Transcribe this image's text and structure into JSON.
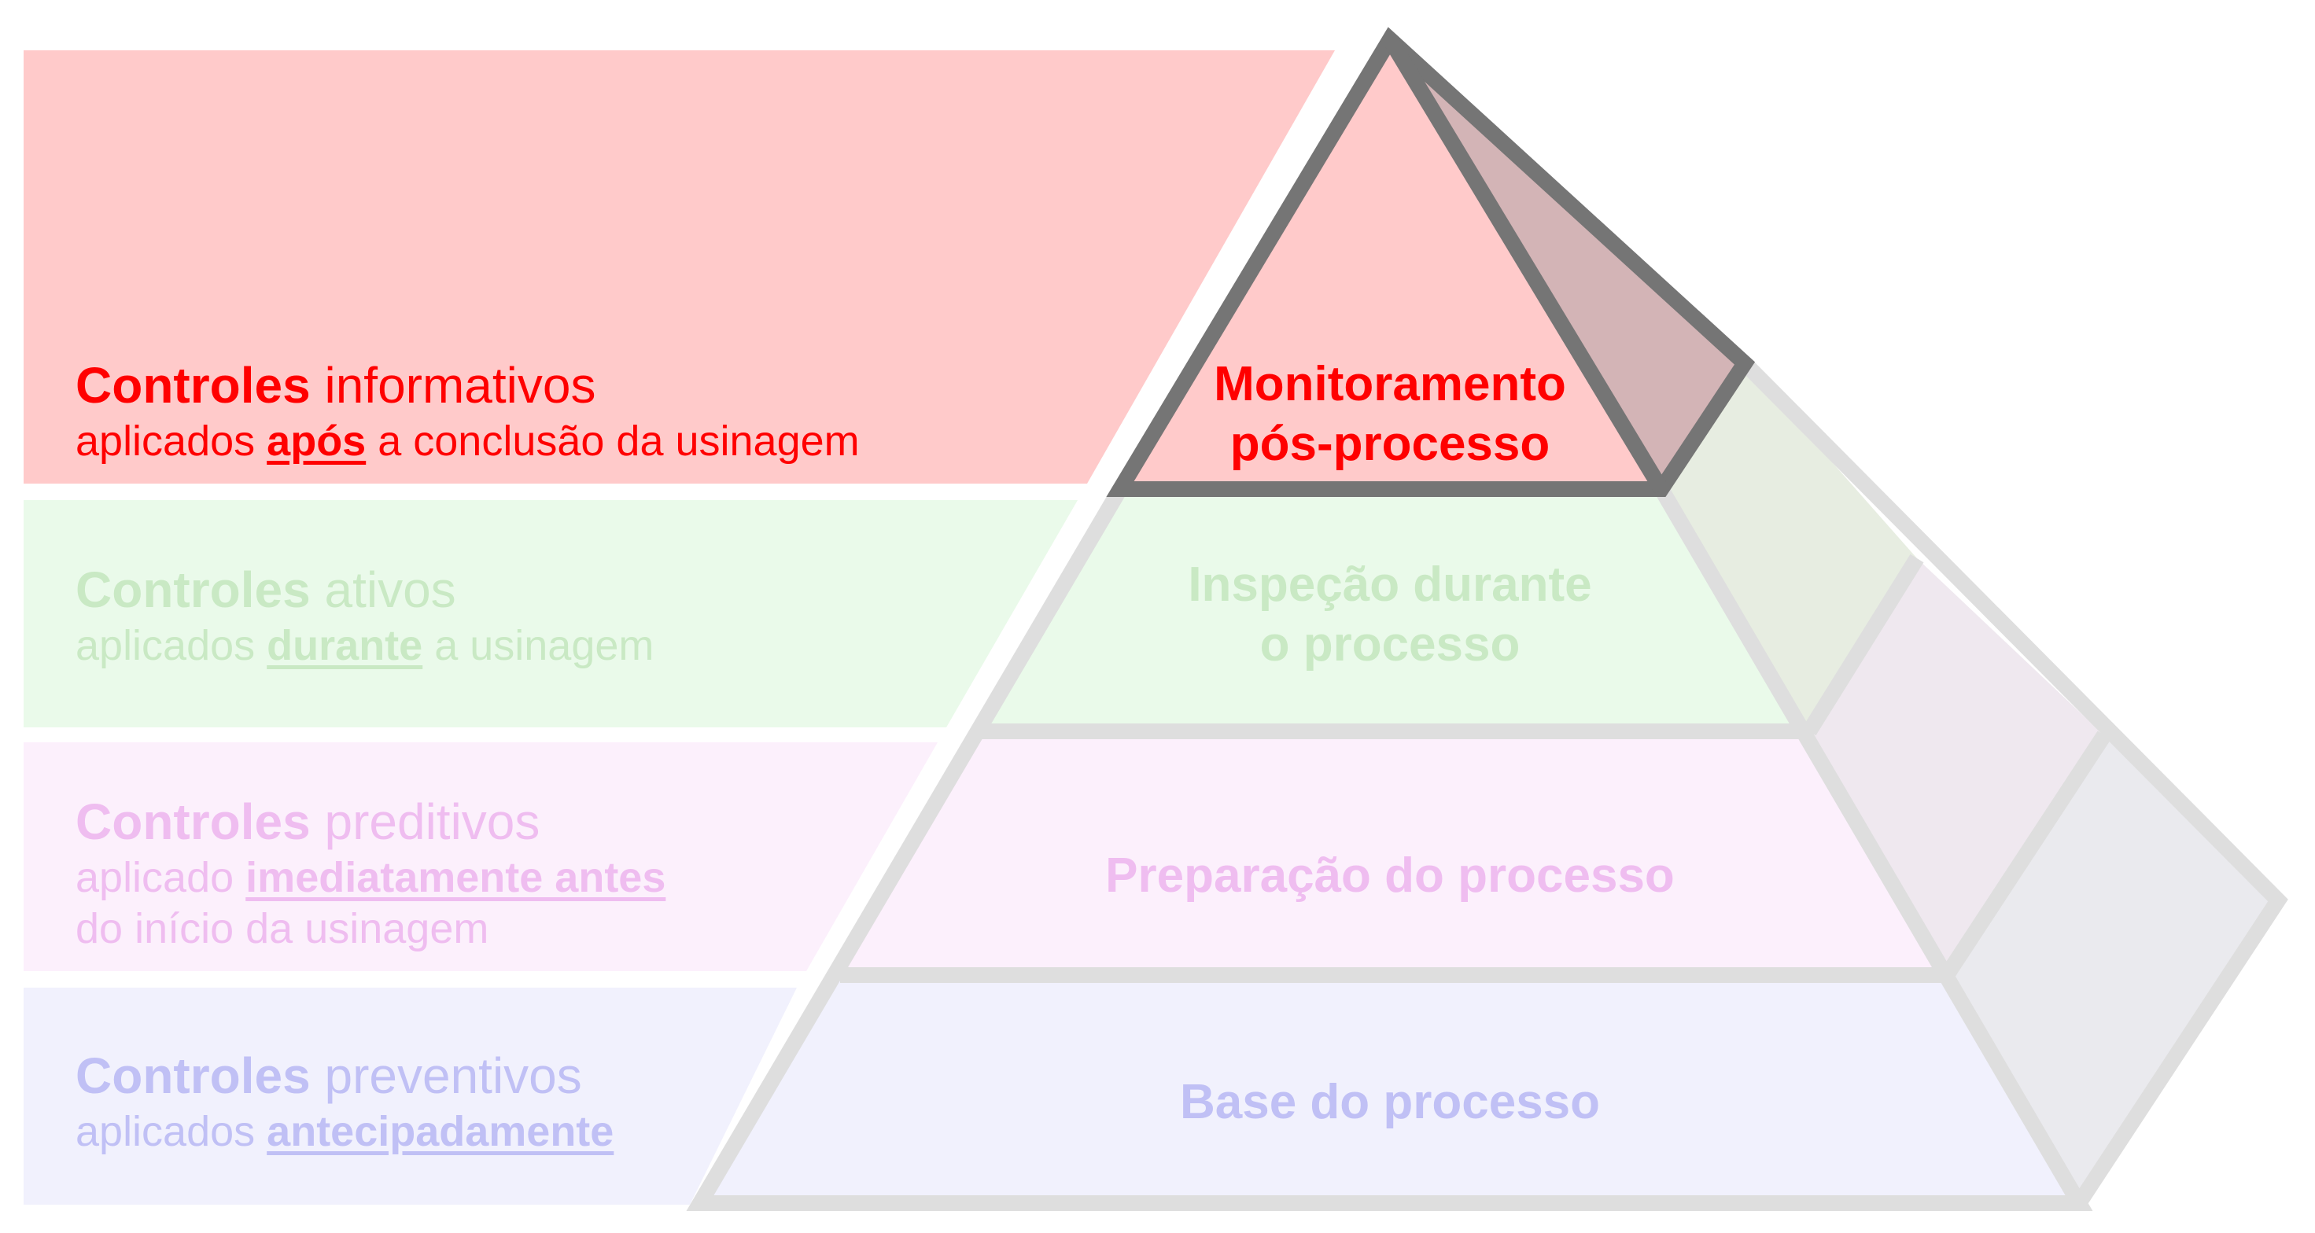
{
  "colors": {
    "top": "#ff0000",
    "active": "#c9e9c4",
    "predictive": "#efbdf0",
    "preventive": "#c0c0f5",
    "band_top": "#ffcaca",
    "band_active": "#eafaea",
    "band_predictive": "#fcf0fc",
    "band_preventive": "#f1f1fd",
    "outline_dark": "#757575",
    "outline_light": "#dedede"
  },
  "bands": {
    "informativos": {
      "title_bold": "Controles",
      "title_rest": " informativos",
      "sub_pre": "aplicados ",
      "sub_emph": "após",
      "sub_post": " a conclusão da usinagem"
    },
    "ativos": {
      "title_bold": "Controles",
      "title_rest": " ativos",
      "sub_pre": "aplicados ",
      "sub_emph": "durante",
      "sub_post": " a usinagem"
    },
    "preditivos": {
      "title_bold": "Controles",
      "title_rest": " preditivos",
      "sub_pre": "aplicado ",
      "sub_emph": "imediatamente antes",
      "sub_line3": "do início da usinagem"
    },
    "preventivos": {
      "title_bold": "Controles",
      "title_rest": " preventivos",
      "sub_pre": "aplicados ",
      "sub_emph": "antecipadamente"
    }
  },
  "tiers": {
    "top": [
      "Monitoramento",
      "pós-processo"
    ],
    "active": [
      "Inspeção durante",
      "o processo"
    ],
    "predictive": [
      "Preparação do processo"
    ],
    "base": [
      "Base do processo"
    ]
  }
}
